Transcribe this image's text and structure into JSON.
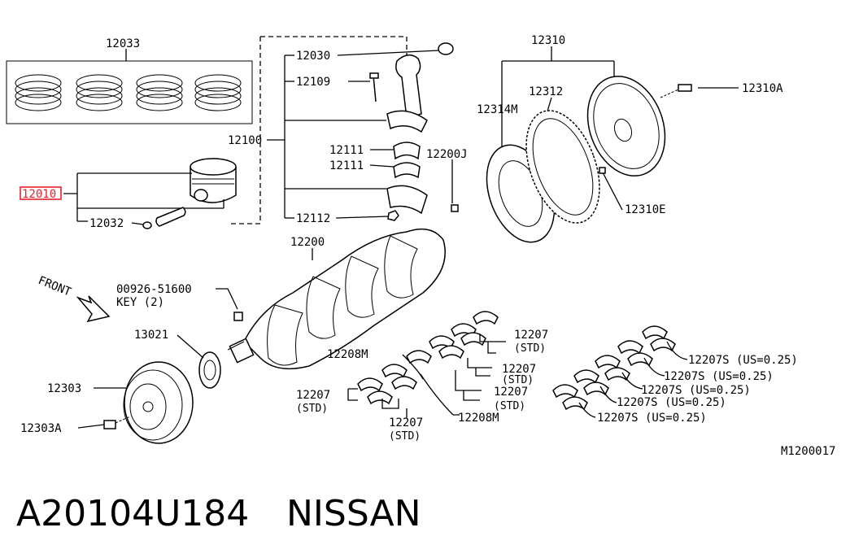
{
  "diagram": {
    "ref_code": "M1200017",
    "front_label": "FRONT",
    "highlight_color": "#e8212b",
    "callouts": {
      "p12033": "12033",
      "p12030": "12030",
      "p12109": "12109",
      "p12100": "12100",
      "p12111a": "12111",
      "p12111b": "12111",
      "p12112": "12112",
      "p12010": "12010",
      "p12032": "12032",
      "p12200": "12200",
      "p12200j": "12200J",
      "p12310": "12310",
      "p12312": "12312",
      "p12314m": "12314M",
      "p12310a": "12310A",
      "p12310e": "12310E",
      "key_part": "00926-51600",
      "key_desc": "KEY (2)",
      "p13021": "13021",
      "p12303": "12303",
      "p12303a": "12303A",
      "p12208m_a": "12208M",
      "p12208m_b": "12208M",
      "p12207_a": "12207",
      "p12207_a_std": "(STD)",
      "p12207_b": "12207",
      "p12207_b_std": "(STD)",
      "p12207_c": "12207",
      "p12207_c_std": "(STD)",
      "p12207_d": "12207",
      "p12207_d_std": "(STD)",
      "p12207_e": "12207",
      "p12207_e_std": "(STD)",
      "p12207s_1": "12207S (US=0.25)",
      "p12207s_2": "12207S (US=0.25)",
      "p12207s_3": "12207S (US=0.25)",
      "p12207s_4": "12207S (US=0.25)",
      "p12207s_5": "12207S (US=0.25)"
    }
  },
  "footer": {
    "part_number": "A20104U184",
    "brand": "NISSAN"
  }
}
